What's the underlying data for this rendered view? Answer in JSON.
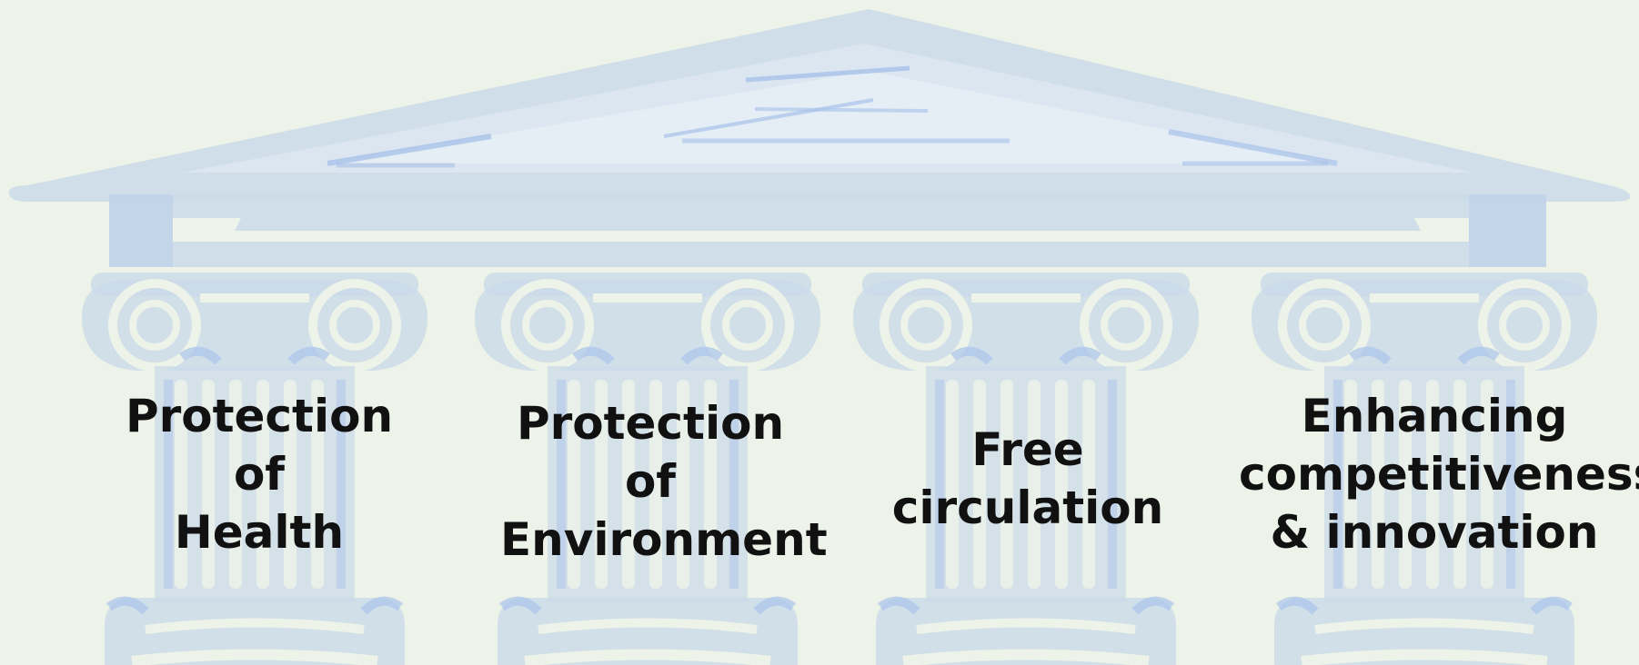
{
  "pillars": [
    {
      "lines": [
        "Protection",
        "of",
        "Health"
      ]
    },
    {
      "lines": [
        "Protection",
        "of",
        "Environment"
      ]
    },
    {
      "lines": [
        "Free",
        "circulation"
      ]
    },
    {
      "lines": [
        "Enhancing",
        "competitiveness",
        "& innovation"
      ]
    }
  ],
  "colors": {
    "background": "#edf3e8",
    "temple": "#cbdbe9",
    "accent": "#a9c3ea",
    "text": "#111111"
  },
  "icons": [
    "temple-roof",
    "ionic-column"
  ]
}
